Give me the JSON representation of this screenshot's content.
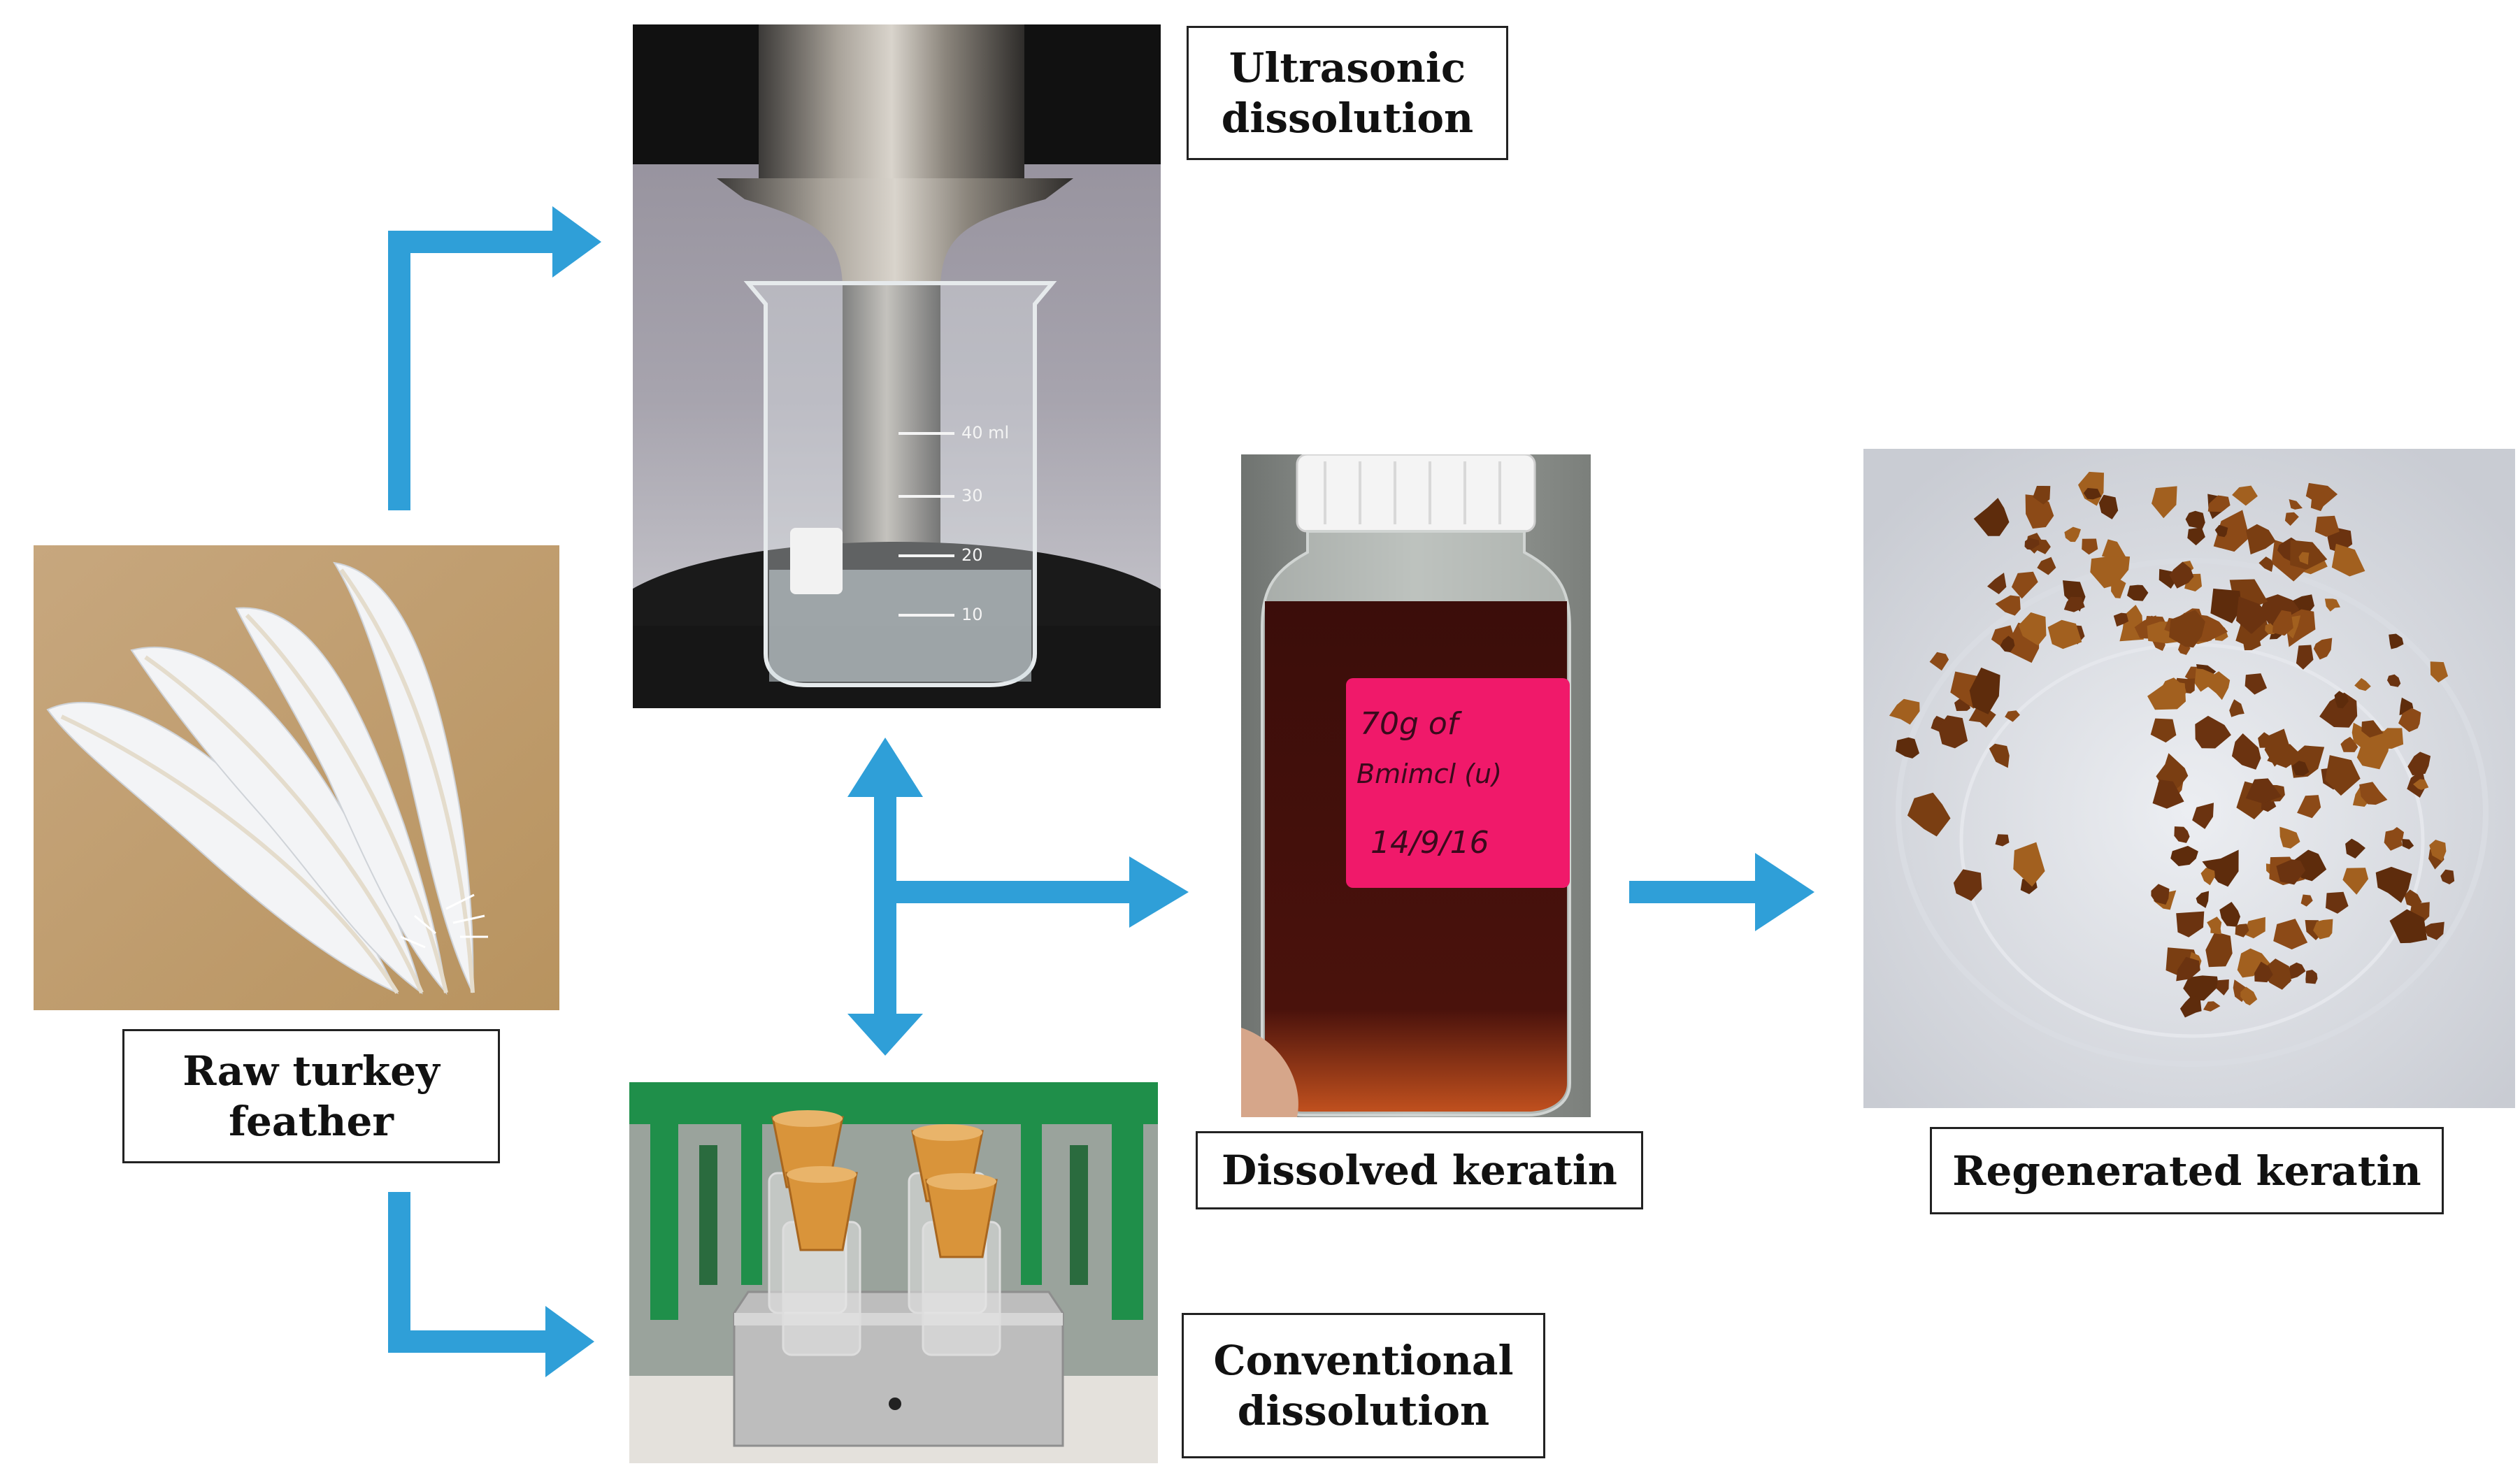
{
  "labels": {
    "raw": [
      "Raw turkey",
      "feather"
    ],
    "ultrasonic": [
      "Ultrasonic",
      "dissolution"
    ],
    "conventional": [
      "Conventional",
      "dissolution"
    ],
    "dissolved": "Dissolved keratin",
    "regenerated": "Regenerated keratin"
  },
  "photos": {
    "beaker_marks": [
      "40 ml",
      "30",
      "20",
      "10"
    ],
    "vial_label_lines": [
      "70g of",
      "Bmimcl (u)",
      "14/9/16"
    ]
  },
  "colors": {
    "arrow": "#2f9fd8",
    "label_border": "#222222",
    "vial_tag": "#f0196a",
    "liquid": "#3b0d0a"
  },
  "icons": {
    "arrow": "arrow-icon",
    "double_arrow": "double-arrow-icon"
  }
}
